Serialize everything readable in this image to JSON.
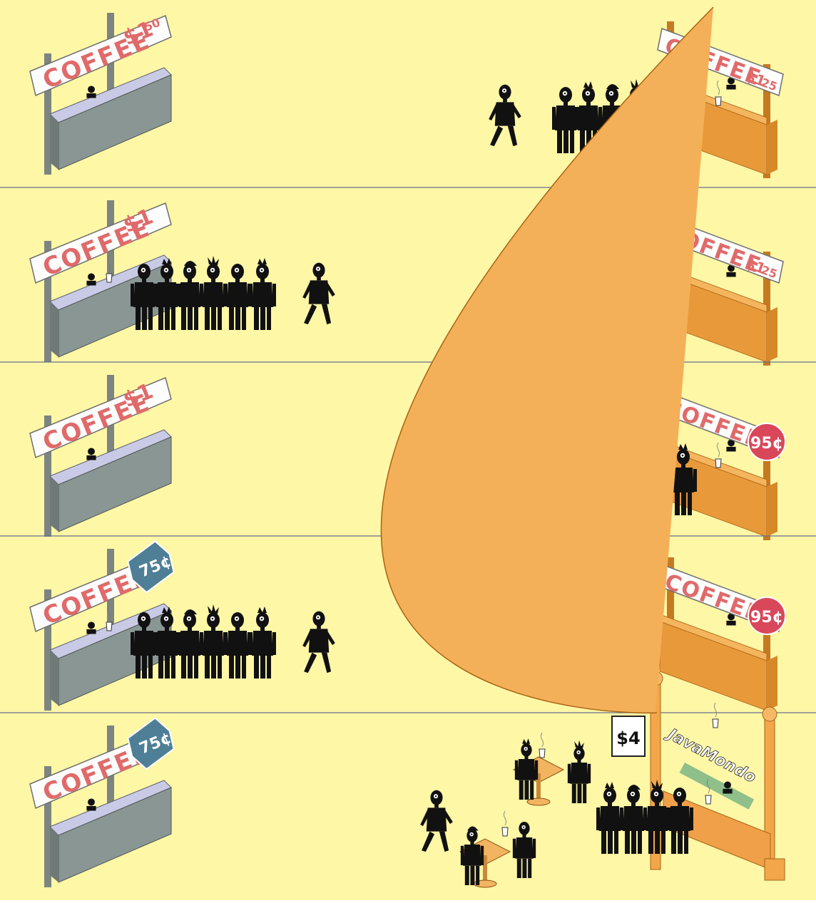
{
  "colors": {
    "background": "#fdf7a6",
    "panel_divider": "#6a6f8e",
    "left_stand_counter": "#c9cbe6",
    "left_stand_front": "#8a9694",
    "right_stand_counter": "#f5b55e",
    "right_stand_front": "#e89a3a",
    "sign_background": "#fdfdfd",
    "sign_text": "#e06a6a",
    "price_badge_red": "#d9475a",
    "price_tag_blue": "#4f7f96",
    "people": "#111111"
  },
  "panels": [
    {
      "left_stand": {
        "sign_word": "COFFEE",
        "price": "$1",
        "price_sup": "50",
        "tag": ""
      },
      "right_stand": {
        "sign_word": "COFFEE",
        "price": "$1",
        "price_sup": "25",
        "badge": ""
      },
      "queue_side": "right"
    },
    {
      "left_stand": {
        "sign_word": "COFFEE",
        "price": "$1",
        "price_sup": "",
        "tag": ""
      },
      "right_stand": {
        "sign_word": "COFFEE",
        "price": "$1",
        "price_sup": "25",
        "badge": ""
      },
      "queue_side": "left"
    },
    {
      "left_stand": {
        "sign_word": "COFFEE",
        "price": "$1",
        "price_sup": "",
        "tag": ""
      },
      "right_stand": {
        "sign_word": "COFFEE",
        "price": "",
        "price_sup": "",
        "badge": "95¢"
      },
      "queue_side": "right"
    },
    {
      "left_stand": {
        "sign_word": "COFFEE",
        "price": "",
        "price_sup": "",
        "tag": "75¢"
      },
      "right_stand": {
        "sign_word": "COFFEE",
        "price": "",
        "price_sup": "",
        "badge": "95¢"
      },
      "queue_side": "left"
    },
    {
      "left_stand": {
        "sign_word": "COFFEE",
        "price": "",
        "price_sup": "",
        "tag": "75¢"
      },
      "right_stand": null,
      "queue_side": "cafe"
    }
  ],
  "cafe": {
    "brand": "JavaMondo",
    "price": "$4",
    "icon": "coffee-cup-icon"
  }
}
